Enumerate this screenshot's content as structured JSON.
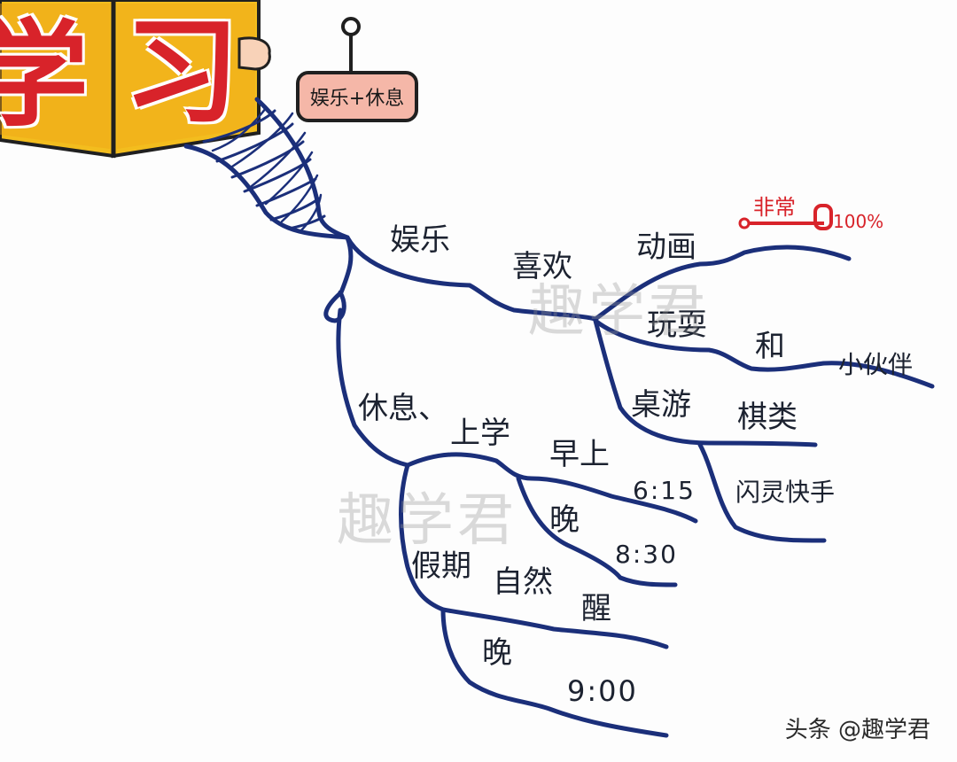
{
  "book": {
    "chars": [
      "学",
      "习"
    ]
  },
  "sign": {
    "label": "娱乐+休息"
  },
  "nodes": {
    "yule": "娱乐",
    "xihuan": "喜欢",
    "donghua": "动画",
    "wanshua": "玩耍",
    "he": "和",
    "xiaohuoban": "小伙伴",
    "zhuoyou": "桌游",
    "qilei": "棋类",
    "shanlingkuaishou": "闪灵快手",
    "xiuxi": "休息、",
    "shangxue": "上学",
    "zao": "早上",
    "zao_time": "6:15",
    "wan1": "晚",
    "wan1_time": "8:30",
    "jiaqi": "假期",
    "ziran": "自然",
    "xing": "醒",
    "wan2": "晚",
    "wan2_time": "9:00"
  },
  "meter": {
    "label": "非常",
    "value_text": "100%",
    "percent": 100
  },
  "watermark": [
    "趣学君",
    "趣学君"
  ],
  "credit": "头条 @趣学君",
  "colors": {
    "branch": "#1b2f7a",
    "accent": "#d8232a",
    "book": "#f3bd1e",
    "sign": "#f5b7a8"
  }
}
